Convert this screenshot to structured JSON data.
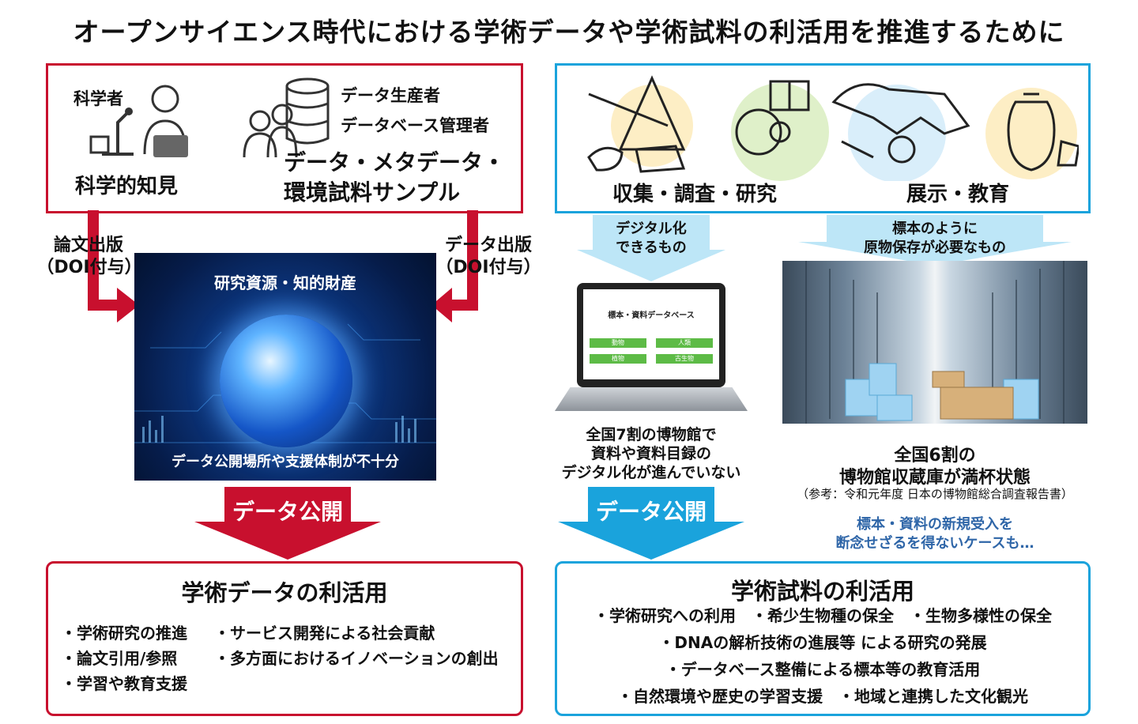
{
  "title": "オープンサイエンス時代における学術データや学術試料の利活用を推進するために",
  "left_top": {
    "scientist_label": "科学者",
    "producer_label": "データ生産者",
    "db_admin_label": "データベース管理者",
    "knowledge_label": "科学的知見",
    "data_label_1": "データ・メタデータ・",
    "data_label_2": "環境試料サンプル"
  },
  "publish_left": {
    "line1": "論文出版",
    "line2": "（DOI付与）"
  },
  "publish_right": {
    "line1": "データ出版",
    "line2": "（DOI付与）"
  },
  "globe": {
    "top_text": "研究資源・知的財産",
    "bottom_text": "データ公開場所や支援体制が不十分"
  },
  "arrow_left_label": "データ公開",
  "arrow_right_label": "データ公開",
  "left_bottom": {
    "heading": "学術データの利活用",
    "bullets_col1": [
      "・学術研究の推進",
      "・論文引用/参照",
      "・学習や教育支援"
    ],
    "bullets_col2": [
      "・サービス開発による社会貢献",
      "・多方面におけるイノベーションの創出"
    ]
  },
  "right_top": {
    "collect_label": "収集・調査・研究",
    "exhibit_label": "展示・教育"
  },
  "digital_arrow": {
    "line1": "デジタル化",
    "line2": "できるもの"
  },
  "physical_arrow": {
    "line1": "標本のように",
    "line2": "原物保存が必要なもの"
  },
  "laptop": {
    "db_title": "標本・資料データベース",
    "buttons": [
      "動物",
      "人類",
      "植物",
      "古生物"
    ]
  },
  "museum_stat_1": {
    "line1": "全国7割の博物館で",
    "line2": "資料や資料目録の",
    "line3": "デジタル化が進んでいない"
  },
  "museum_stat_2": {
    "line1": "全国6割の",
    "line2": "博物館収蔵庫が満杯状態"
  },
  "reference": "（参考：令和元年度 日本の博物館総合調査報告書）",
  "note": {
    "line1": "標本・資料の新規受入を",
    "line2": "断念せざるを得ないケースも…"
  },
  "right_bottom": {
    "heading": "学術試料の利活用",
    "lines": [
      "・学術研究への利用　・希少生物種の保全　・生物多様性の保全",
      "・DNAの解析技術の進展等 による研究の発展",
      "・データベース整備による標本等の教育活用",
      "・自然環境や歴史の学習支援　・地域と連携した文化観光"
    ]
  },
  "colors": {
    "red": "#c8102e",
    "blue": "#1aa3dc",
    "light_blue": "#bde6f7",
    "note_blue": "#2f66a8"
  }
}
